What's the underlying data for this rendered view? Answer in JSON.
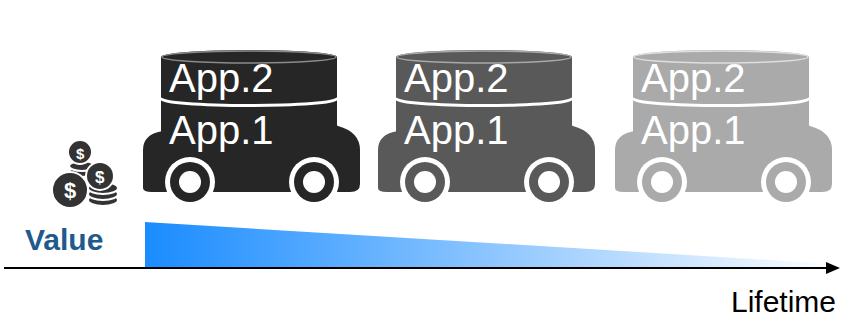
{
  "diagram": {
    "nodes": [
      {
        "text": [
          "App.2"
        ]
      },
      {
        "text": [
          "App.1"
        ]
      },
      {
        "text": [
          "App.2"
        ]
      },
      {
        "text": [
          "App.1"
        ]
      },
      {
        "text": [
          "App.2"
        ]
      },
      {
        "text": [
          "App.1"
        ]
      }
    ],
    "labels": [
      "$",
      "$",
      "$",
      "Value",
      "Lifetime"
    ]
  }
}
